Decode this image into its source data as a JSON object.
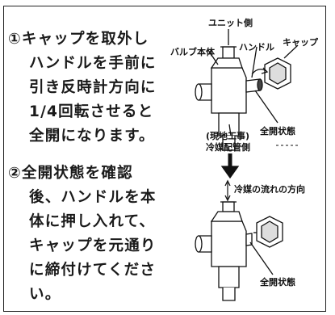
{
  "step1": {
    "marker": "①",
    "lines": [
      "キャップを取外し",
      "ハンドルを手前に",
      "引き反時計方向に",
      "1/4回転させると",
      "全開になります。"
    ]
  },
  "step2": {
    "marker": "②",
    "lines": [
      "全開状態を確認",
      "後、ハンドルを本",
      "体に押し入れて、",
      "キャップを元通り",
      "に締付けてくださ",
      "い。"
    ]
  },
  "diagram_top": {
    "unit_side": "ユニット側",
    "valve_body": "バルブ本体",
    "handle": "ハンドル",
    "cap": "キャップ",
    "fully_open": "全開状態",
    "field_work": "(現地工事)",
    "refrigerant_pipe_side": "冷媒配管側"
  },
  "diagram_bottom": {
    "flow_direction": "冷媒の流れの方向",
    "fully_open": "全開状態"
  }
}
